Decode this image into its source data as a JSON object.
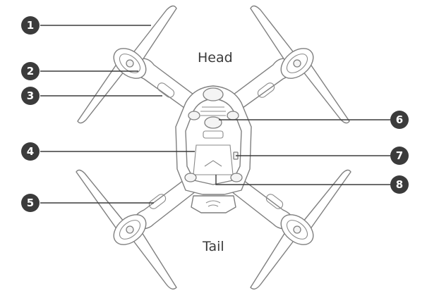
{
  "labels": {
    "head": "Head",
    "tail": "Tail"
  },
  "callouts": [
    {
      "number": "1",
      "part": "propeller"
    },
    {
      "number": "2",
      "part": "motor"
    },
    {
      "number": "3",
      "part": "arm"
    },
    {
      "number": "4",
      "part": "body"
    },
    {
      "number": "5",
      "part": "arm"
    },
    {
      "number": "6",
      "part": "camera"
    },
    {
      "number": "7",
      "part": "port"
    },
    {
      "number": "8",
      "part": "battery"
    }
  ],
  "colors": {
    "badge": "#3b3b3b",
    "outline": "#7f7f7f",
    "text": "#3a3a3a"
  }
}
